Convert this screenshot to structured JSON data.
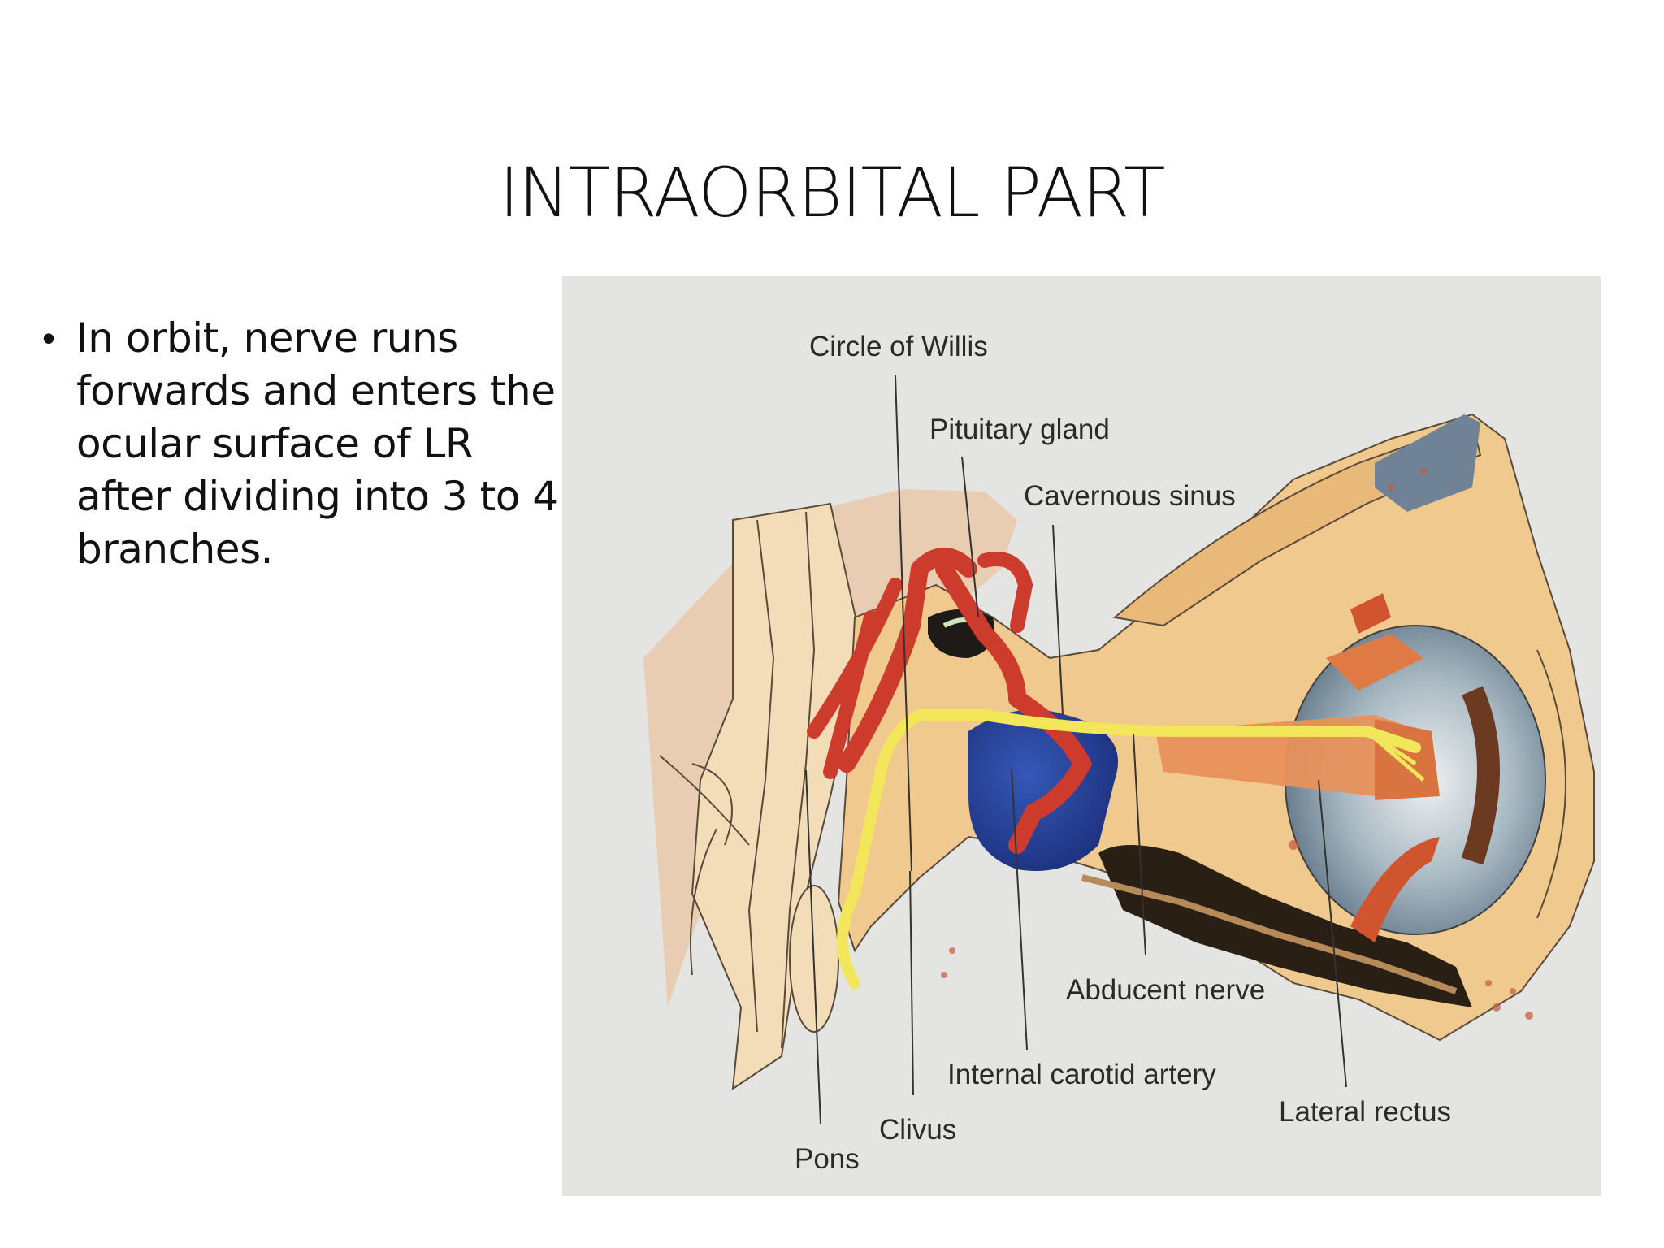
{
  "slide": {
    "title": "INTRAORBITAL PART",
    "bullets": [
      "In orbit, nerve runs\nforwards and enters the\nocular surface of  LR\nafter dividing into 3 to 4\nbranches."
    ]
  },
  "figure": {
    "labels": {
      "circle_of_willis": "Circle of Willis",
      "pituitary_gland": "Pituitary gland",
      "cavernous_sinus": "Cavernous sinus",
      "abducent_nerve": "Abducent nerve",
      "internal_carotid_artery": "Internal carotid artery",
      "lateral_rectus": "Lateral rectus",
      "clivus": "Clivus",
      "pons": "Pons"
    },
    "colors": {
      "background": "#e4e4e2",
      "bone": "#f0c98e",
      "soft_tissue": "#e8cdb2",
      "artery": "#cc3b2c",
      "nerve": "#f2e65a",
      "sinus": "#233f95",
      "eyeball": "#7f97a6",
      "muscle": "#e7915a"
    }
  }
}
